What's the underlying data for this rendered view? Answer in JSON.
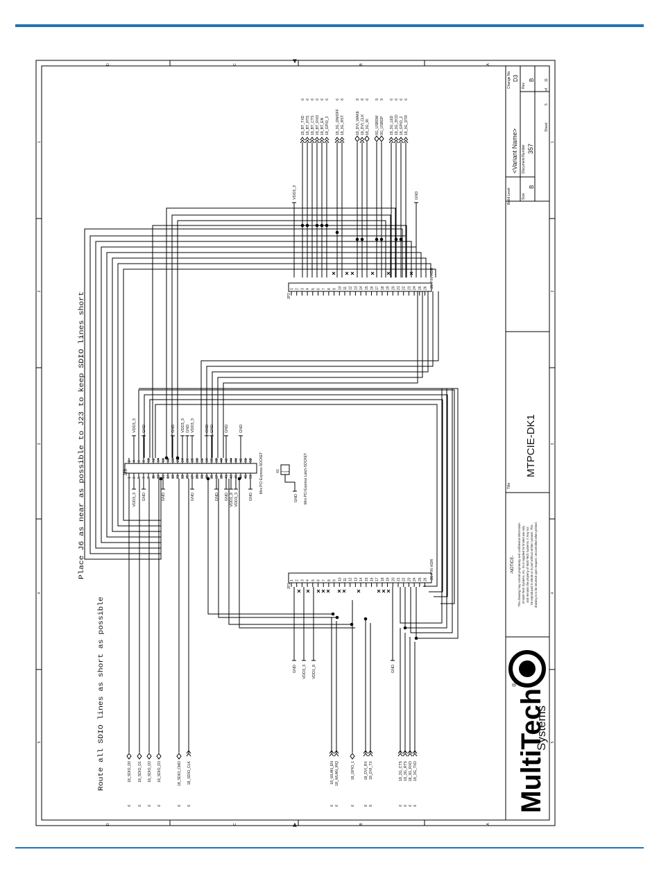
{
  "page": {
    "accent_color": "#1f73b7"
  },
  "notes": {
    "placement": "Place J6 as near as possible to J23 to keep SDIO lines short",
    "routing": "Route all SDIO lines as short as possible"
  },
  "title_block": {
    "title_label": "Title",
    "title": "MTPCIE-DK1",
    "build_level_label": "Build Level",
    "variant": "<Variant Name>",
    "change_no_label": "Change No",
    "change_no": "D3",
    "size_label": "Size",
    "size": "B",
    "doc_number_label": "Document Number",
    "doc_number": "357",
    "rev_label": "Rev",
    "rev": "B",
    "sheet_label": "Sheet",
    "sheet": "5",
    "sheet_of": "of",
    "sheet_total": "11",
    "notice_title": "-NOTICE-",
    "notice_lines": [
      "This drawing may contain proprietary and confidential information",
      "of Multi-Tech Systems, Inc. Its is supplied for limited use only",
      "and remains the property of Multi-Tech Systems. It may not",
      "be reproduced in whole or in part without written consent. This",
      "drawing is to be returned upon request. Uncontrolled when printed."
    ],
    "logo_text": "MultiTech",
    "logo_sub": "Systems",
    "logo_reg": "®"
  },
  "border": {
    "row_labels": [
      "D",
      "C",
      "B",
      "A"
    ],
    "col_labels": [
      "1",
      "2",
      "3",
      "4",
      "5"
    ]
  },
  "connectors": {
    "j23": {
      "ref": "J23",
      "name": "Mini PCI Express-SOCKET",
      "left_pins": [
        "1",
        "3",
        "5",
        "7",
        "9",
        "11",
        "13",
        "15",
        "17",
        "19",
        "21",
        "23",
        "25",
        "27",
        "29",
        "31",
        "33",
        "35",
        "37",
        "39",
        "41",
        "43",
        "45",
        "47",
        "49",
        "51"
      ],
      "right_pins": [
        "2",
        "4",
        "6",
        "8",
        "10",
        "12",
        "14",
        "16",
        "18",
        "20",
        "22",
        "24",
        "26",
        "28",
        "30",
        "32",
        "34",
        "36",
        "38",
        "40",
        "42",
        "44",
        "46",
        "48",
        "50",
        "52"
      ],
      "left_labels": [
        "VDD3_3",
        "GND",
        "GND",
        "GND",
        "GND",
        "GND",
        "VDD1_8",
        "VDD3_3",
        "GND"
      ],
      "right_labels": [
        "VDD3_3",
        "GND",
        "GND",
        "VDD3_3",
        "GND",
        "VDD3_3",
        "GND",
        "GND",
        "GND",
        "GND"
      ]
    },
    "x1": {
      "ref": "X1",
      "name": "Mini PCI Express Latch-SOCKET",
      "pins": [
        "1",
        "2",
        "3",
        "4"
      ],
      "net": "GND"
    },
    "jp1": {
      "ref": "JP1",
      "name": "26 PIN HDR",
      "pins": [
        "1",
        "2",
        "3",
        "4",
        "5",
        "6",
        "7",
        "8",
        "9",
        "10",
        "11",
        "12",
        "13",
        "14",
        "15",
        "16",
        "17",
        "18",
        "19",
        "20",
        "21",
        "22",
        "23",
        "24",
        "25",
        "26"
      ],
      "power_labels": [
        "GND",
        "VDD3_3",
        "VDD1_8",
        "GND"
      ]
    },
    "jp2": {
      "ref": "JP2",
      "name": "26 PIN HDR",
      "pins": [
        "1",
        "2",
        "3",
        "4",
        "5",
        "6",
        "7",
        "8",
        "9",
        "10",
        "11",
        "12",
        "13",
        "14",
        "15",
        "16",
        "17",
        "18",
        "19",
        "20",
        "21",
        "22",
        "23",
        "24",
        "25",
        "26"
      ],
      "power_labels": [
        "VDD3_3",
        "GND"
      ]
    }
  },
  "signals_bottom": [
    {
      "name": "18_SDIO_D0",
      "sheet": "6"
    },
    {
      "name": "18_SDIO_D1",
      "sheet": "6"
    },
    {
      "name": "18_SDIO_D2",
      "sheet": "6"
    },
    {
      "name": "18_SDIO_D3",
      "sheet": "6"
    },
    {
      "name": "18_SDIO_CMD",
      "sheet": "6"
    },
    {
      "name": "18_SDIO_CLK",
      "sheet": "6"
    },
    {
      "name": "18_WLAN_EN",
      "sheet": "6"
    },
    {
      "name": "18_WLAN_IRQ",
      "sheet": "6"
    },
    {
      "name": "18_GPIO_1",
      "sheet": "6"
    },
    {
      "name": "18_DVI_RX",
      "sheet": "8"
    },
    {
      "name": "18_DVI_TX",
      "sheet": "8"
    },
    {
      "name": "18_3G_CTS",
      "sheet": "6"
    },
    {
      "name": "18_3G_RTS",
      "sheet": "6"
    },
    {
      "name": "18_3G_RXD",
      "sheet": "6"
    },
    {
      "name": "18_3G_TXD",
      "sheet": "6"
    }
  ],
  "signals_top": [
    {
      "name": "18_BT_TXD",
      "sheet": "6"
    },
    {
      "name": "18_BT_RTS",
      "sheet": "6"
    },
    {
      "name": "18_BT_CTS",
      "sheet": "6"
    },
    {
      "name": "18_BT_RXD",
      "sheet": "6"
    },
    {
      "name": "18_BT_EN",
      "sheet": "6"
    },
    {
      "name": "18_GPIO_3",
      "sheet": "6"
    },
    {
      "name": "18_3G_ON/OFF",
      "sheet": "6"
    },
    {
      "name": "18_3G_RST",
      "sheet": "6"
    },
    {
      "name": "18_DVI_WAKE",
      "sheet": "8"
    },
    {
      "name": "18_DVI_CLK",
      "sheet": "8"
    },
    {
      "name": "18_3G_RI",
      "sheet": "6"
    },
    {
      "name": "3G_USBDM",
      "sheet": "9"
    },
    {
      "name": "3G_USBDP",
      "sheet": "9"
    },
    {
      "name": "18_3G_LED",
      "sheet": "6"
    },
    {
      "name": "18_3G_DCD",
      "sheet": "6"
    },
    {
      "name": "18_GPIO_2",
      "sheet": "6"
    },
    {
      "name": "18_3G_DTR",
      "sheet": "6"
    }
  ]
}
